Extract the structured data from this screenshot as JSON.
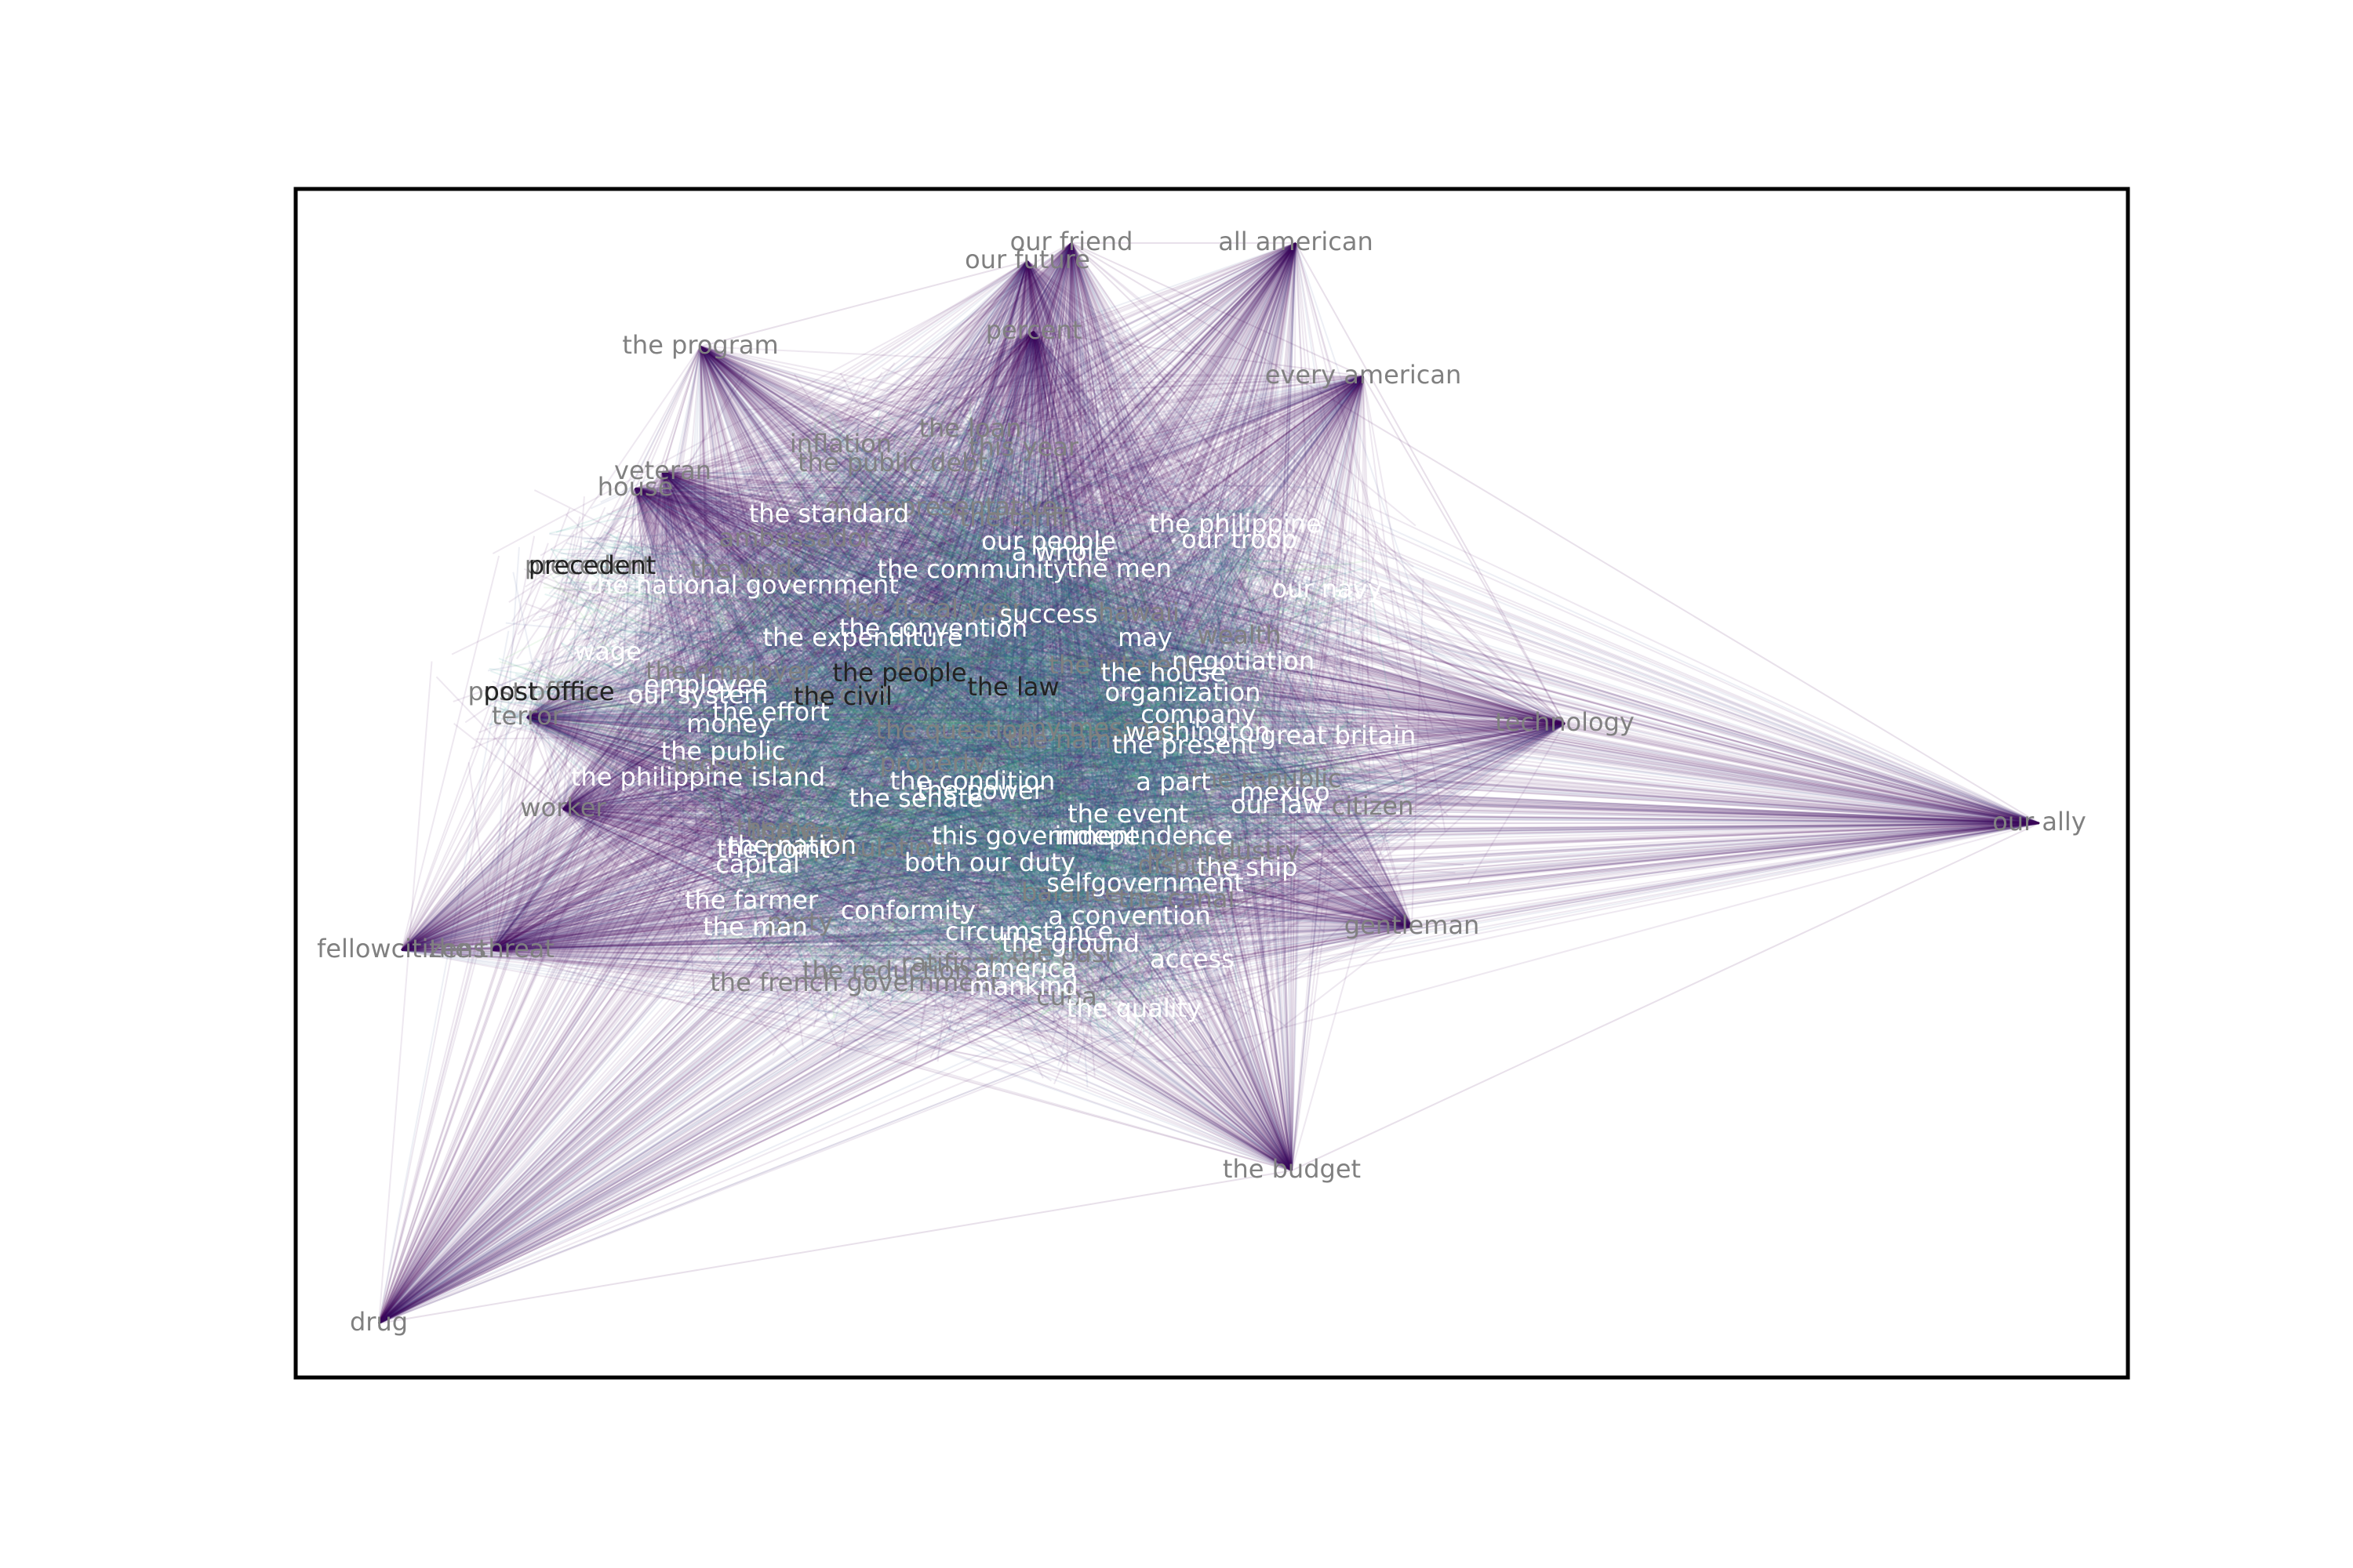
{
  "colors": {
    "background": "#ffffff",
    "frame": "#000000",
    "edge_dark": "#440154",
    "edge_mid": "#3b528b",
    "core_teal": "#21918c",
    "core_green": "#5ec962",
    "label_white": "#ffffff",
    "label_grey": "#808080",
    "label_dark": "#222222"
  },
  "graph": {
    "hubs": [
      "our friend",
      "our future",
      "all american",
      "every american",
      "the program",
      "veteran",
      "house",
      "our ally",
      "technology",
      "drug",
      "fellowcitizens",
      "the threat",
      "the budget",
      "gentleman",
      "percent",
      "terror",
      "worker"
    ],
    "labels_white": [
      "the standard",
      "the national government",
      "the convention",
      "a whole",
      "the men",
      "the philippine",
      "our troop",
      "our navy",
      "success",
      "may",
      "negotiation",
      "the house",
      "organization",
      "company",
      "great britain",
      "washington",
      "the present",
      "a part",
      "mexico",
      "our law",
      "the event",
      "independence",
      "this government",
      "the senate",
      "the point",
      "capital",
      "the farmer",
      "conformity",
      "the man",
      "circumstance",
      "a convention",
      "the ground",
      "america",
      "mankind",
      "the quality",
      "the philippine island",
      "employee",
      "our system",
      "the effort",
      "money",
      "the public",
      "the expenditure",
      "the community",
      "our people",
      "the ship",
      "selfgovernment",
      "the power",
      "the condition",
      "both our duty",
      "the nation",
      "access",
      "wage"
    ],
    "labels_grey": [
      "inflation",
      "the loan",
      "this year",
      "the public debt",
      "our representative",
      "the tariff",
      "hawaii",
      "wealth",
      "the interest",
      "the question",
      "my message",
      "the name",
      "property",
      "law",
      "the people",
      "the law",
      "the way",
      "theme",
      "the population",
      "the fiscal year",
      "the republic",
      "citizen",
      "the reduction",
      "the french government",
      "ratification",
      "the past",
      "cuba",
      "the canal",
      "our industry",
      "party",
      "dispute",
      "balance",
      "prosperity",
      "the civil",
      "the employer",
      "post office",
      "precedent",
      "the work",
      "ambassador"
    ],
    "labels_dark": [
      "precedent",
      "post office",
      "the law",
      "the people",
      "success",
      "the civil"
    ]
  }
}
